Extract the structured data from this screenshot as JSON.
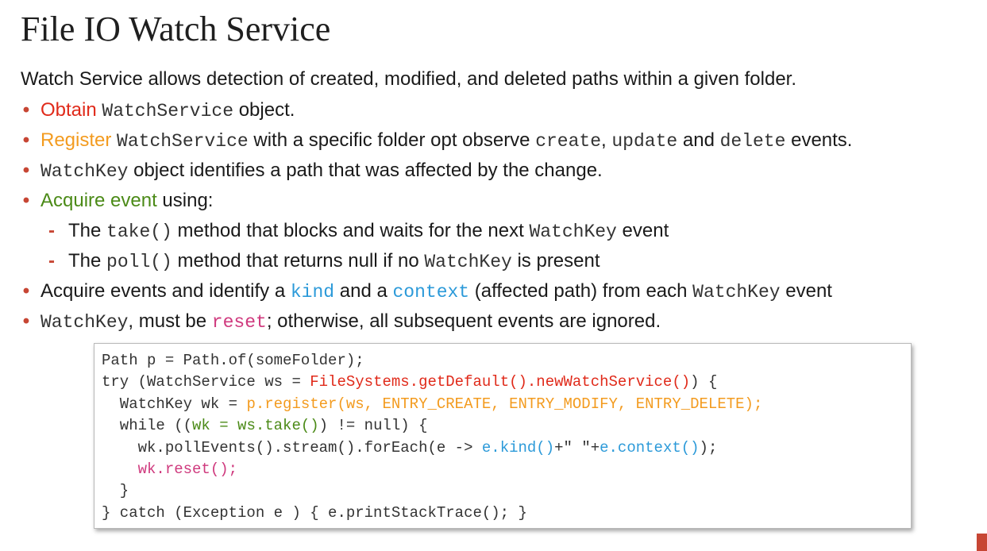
{
  "title": "File IO Watch Service",
  "intro": "Watch Service allows detection of created, modified, and deleted paths within a given folder.",
  "colors": {
    "obtain": "#e02a1a",
    "register": "#f39b1f",
    "acquire": "#4b8a17",
    "blue": "#2c9ad9",
    "magenta": "#cf3a7e",
    "bullet_dot": "#c74634",
    "accent_bar": "#c74634"
  },
  "bullets": [
    {
      "level": 1,
      "parts": [
        {
          "t": "Obtain",
          "c": "obtain"
        },
        {
          "t": " "
        },
        {
          "t": "WatchService",
          "m": 1
        },
        {
          "t": " object."
        }
      ]
    },
    {
      "level": 1,
      "parts": [
        {
          "t": "Register",
          "c": "register"
        },
        {
          "t": " "
        },
        {
          "t": "WatchService",
          "m": 1
        },
        {
          "t": " with a specific folder opt observe "
        },
        {
          "t": "create",
          "m": 1
        },
        {
          "t": ", "
        },
        {
          "t": "update",
          "m": 1
        },
        {
          "t": " and "
        },
        {
          "t": "delete",
          "m": 1
        },
        {
          "t": " events."
        }
      ]
    },
    {
      "level": 1,
      "parts": [
        {
          "t": "WatchKey",
          "m": 1
        },
        {
          "t": " object identifies a path that was affected by the change."
        }
      ]
    },
    {
      "level": 1,
      "parts": [
        {
          "t": "Acquire event",
          "c": "acquire"
        },
        {
          "t": " using:"
        }
      ]
    },
    {
      "level": 2,
      "parts": [
        {
          "t": "The "
        },
        {
          "t": "take()",
          "m": 1
        },
        {
          "t": " method that blocks and waits for the next "
        },
        {
          "t": "WatchKey",
          "m": 1
        },
        {
          "t": " event"
        }
      ]
    },
    {
      "level": 2,
      "parts": [
        {
          "t": "The "
        },
        {
          "t": "poll()",
          "m": 1
        },
        {
          "t": " method that returns null if no "
        },
        {
          "t": "WatchKey",
          "m": 1
        },
        {
          "t": " is present"
        }
      ]
    },
    {
      "level": 1,
      "parts": [
        {
          "t": "Acquire events and identify a "
        },
        {
          "t": "kind",
          "m": 1,
          "c": "blue"
        },
        {
          "t": " and a "
        },
        {
          "t": "context",
          "m": 1,
          "c": "blue"
        },
        {
          "t": " (affected path) from each "
        },
        {
          "t": "WatchKey",
          "m": 1
        },
        {
          "t": " event"
        }
      ]
    },
    {
      "level": 1,
      "parts": [
        {
          "t": "WatchKey",
          "m": 1
        },
        {
          "t": ", must be "
        },
        {
          "t": "reset",
          "m": 1,
          "c": "magenta"
        },
        {
          "t": "; otherwise, all subsequent events are ignored."
        }
      ]
    }
  ],
  "code_lines": [
    [
      {
        "t": "Path p = Path.of(someFolder);"
      }
    ],
    [
      {
        "t": "try (WatchService ws = "
      },
      {
        "t": "FileSystems.getDefault().newWatchService()",
        "c": "obtain"
      },
      {
        "t": ") {"
      }
    ],
    [
      {
        "t": "  WatchKey wk = "
      },
      {
        "t": "p.register(ws, ENTRY_CREATE, ENTRY_MODIFY, ENTRY_DELETE);",
        "c": "register"
      }
    ],
    [
      {
        "t": "  while (("
      },
      {
        "t": "wk = ws.take()",
        "c": "acquire"
      },
      {
        "t": ") != null) {"
      }
    ],
    [
      {
        "t": "    wk.pollEvents().stream().forEach(e -> "
      },
      {
        "t": "e.kind()",
        "c": "blue"
      },
      {
        "t": "+\" \"+"
      },
      {
        "t": "e.context()",
        "c": "blue"
      },
      {
        "t": ");"
      }
    ],
    [
      {
        "t": "    "
      },
      {
        "t": "wk.reset();",
        "c": "magenta"
      }
    ],
    [
      {
        "t": "  }"
      }
    ],
    [
      {
        "t": "} catch (Exception e ) { e.printStackTrace(); }"
      }
    ]
  ]
}
